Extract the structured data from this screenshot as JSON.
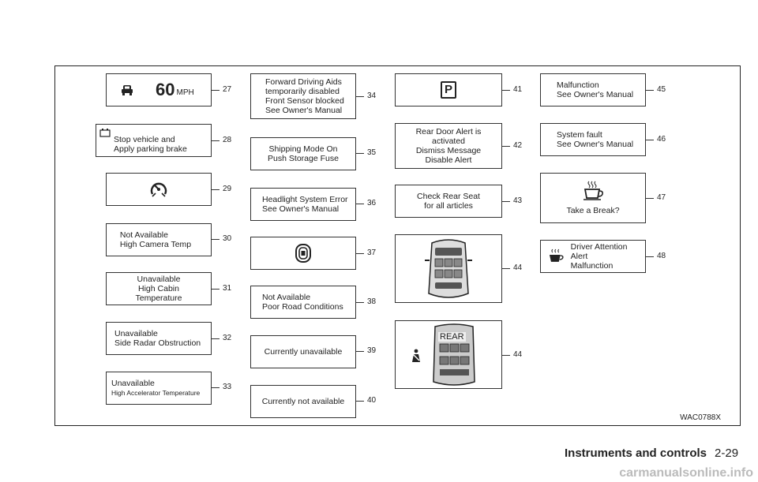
{
  "code": "WAC0788X",
  "footer": {
    "section": "Instruments and controls",
    "page": "2-29"
  },
  "watermark": "carmanualsonline.info",
  "p27": {
    "speed": "60",
    "unit": "MPH",
    "num": "27"
  },
  "p28": {
    "text": "Stop vehicle and\nApply parking brake",
    "num": "28"
  },
  "p29": {
    "num": "29"
  },
  "p30": {
    "text": "Not Available\nHigh Camera Temp",
    "num": "30"
  },
  "p31": {
    "text": "Unavailable\nHigh Cabin\nTemperature",
    "num": "31"
  },
  "p32": {
    "text": "Unavailable\nSide Radar Obstruction",
    "num": "32"
  },
  "p33": {
    "line1": "Unavailable",
    "line2": "High Accelerator Temperature",
    "num": "33"
  },
  "p34": {
    "text": "Forward Driving Aids\ntemporarily disabled\nFront Sensor blocked\nSee Owner's Manual",
    "num": "34"
  },
  "p35": {
    "text": "Shipping Mode On\nPush Storage Fuse",
    "num": "35"
  },
  "p36": {
    "text": "Headlight System Error\nSee Owner's Manual",
    "num": "36"
  },
  "p37": {
    "num": "37"
  },
  "p38": {
    "text": "Not Available\nPoor Road Conditions",
    "num": "38"
  },
  "p39": {
    "text": "Currently unavailable",
    "num": "39"
  },
  "p40": {
    "text": "Currently not available",
    "num": "40"
  },
  "p41": {
    "glyph": "P",
    "num": "41"
  },
  "p42": {
    "text": "Rear Door Alert is\nactivated\nDismiss Message\nDisable Alert",
    "num": "42"
  },
  "p43": {
    "text": "Check Rear Seat\nfor all articles",
    "num": "43"
  },
  "p44a": {
    "num": "44"
  },
  "p44b": {
    "label": "REAR",
    "num": "44"
  },
  "p45": {
    "text": "Malfunction\nSee Owner's Manual",
    "num": "45"
  },
  "p46": {
    "text": "System fault\nSee Owner's Manual",
    "num": "46"
  },
  "p47": {
    "text": "Take a Break?",
    "num": "47"
  },
  "p48": {
    "text": "Driver Attention Alert\nMalfunction",
    "num": "48"
  }
}
